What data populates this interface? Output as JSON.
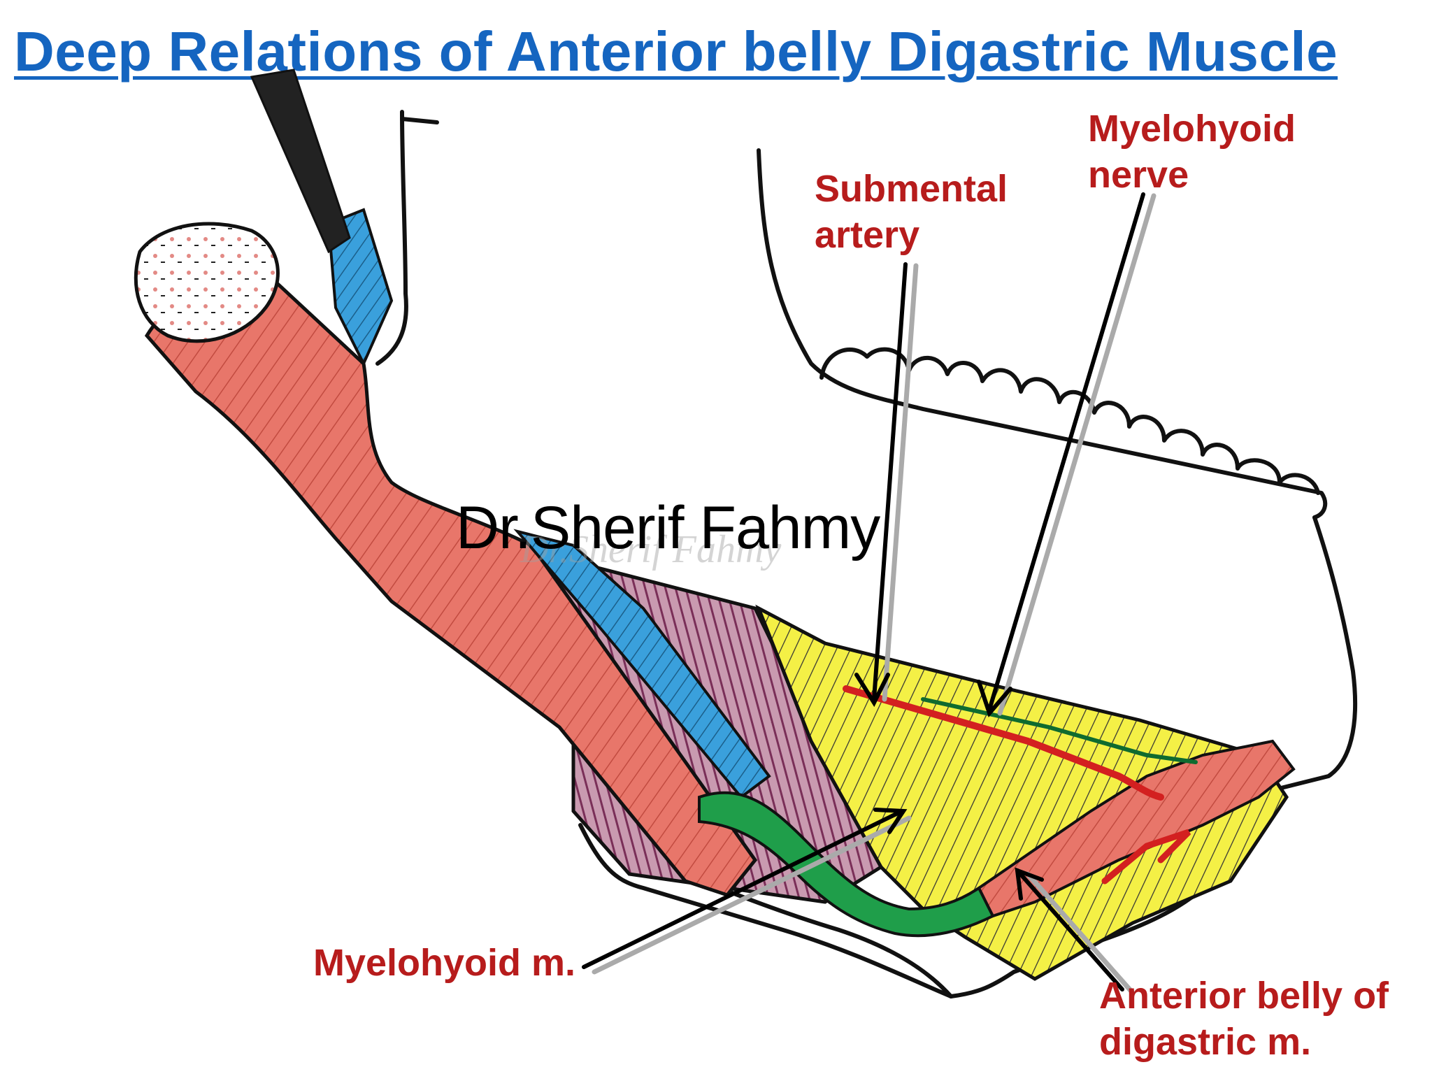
{
  "title": "Deep Relations of Anterior belly Digastric Muscle",
  "watermark": "Dr.Sherif Fahmy",
  "watermark_faint": "Dr.Sherif Fahmy",
  "labels": {
    "submental_artery": [
      "Submental",
      "artery"
    ],
    "myelohyoid_nerve": [
      "Myelohyoid",
      "nerve"
    ],
    "myelohyoid_muscle": [
      "Myelohyoid m."
    ],
    "anterior_belly": [
      "Anterior belly of",
      "digastric m."
    ]
  },
  "colors": {
    "title": "#1565c0",
    "label": "#b71c1c",
    "muscle_red": "#e8766a",
    "blue_muscle": "#3aa0dc",
    "green_tendon": "#1f9e4a",
    "yellow_mylohyoid": "#f2ee3a",
    "purple_hyoglossus": "#a8648a",
    "artery_red": "#d32020",
    "outline": "#111111"
  }
}
